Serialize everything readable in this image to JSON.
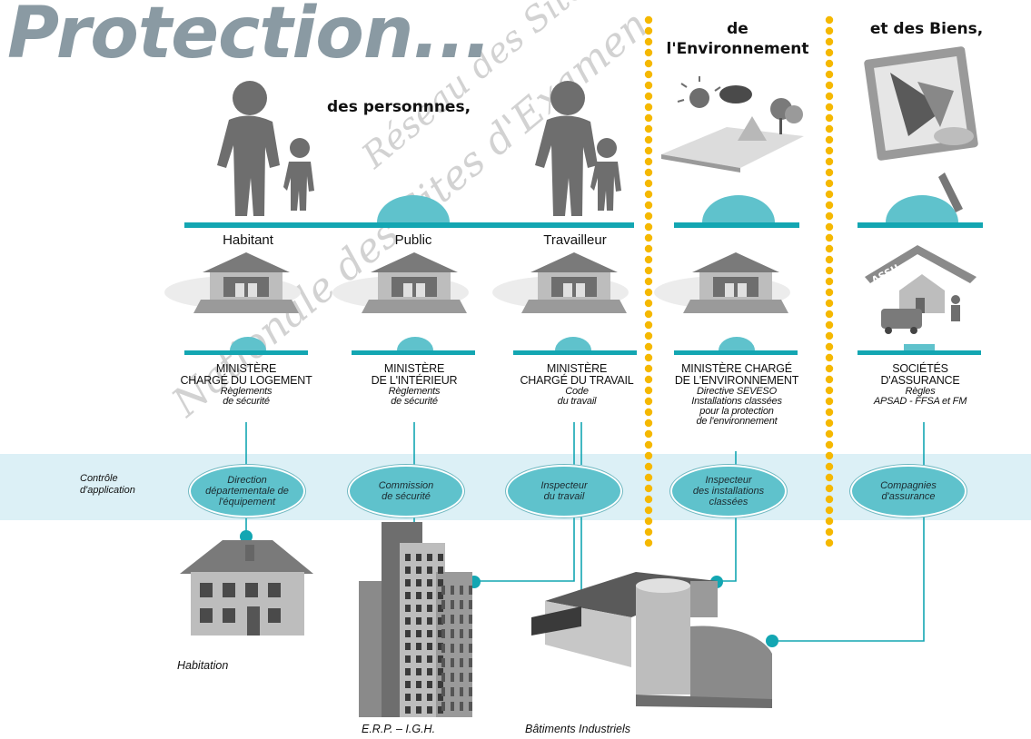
{
  "title": "Protection...",
  "watermark": {
    "line1": "Réseau des Sites d'Examen",
    "line2": "Nationale des Sites d'Examen"
  },
  "sections": {
    "personnes": "des personnnes,",
    "environnement": [
      "de",
      "l'Environnement"
    ],
    "biens": "et des Biens,"
  },
  "categories": [
    "Habitant",
    "Public",
    "Travailleur"
  ],
  "ministries": [
    {
      "lines": [
        "MINISTÈRE",
        "CHARGÉ DU LOGEMENT"
      ],
      "sub": [
        "Règlements",
        "de sécurité"
      ]
    },
    {
      "lines": [
        "MINISTÈRE",
        "DE L'INTÉRIEUR"
      ],
      "sub": [
        "Règlements",
        "de sécurité"
      ]
    },
    {
      "lines": [
        "MINISTÈRE",
        "CHARGÉ DU TRAVAIL"
      ],
      "sub": [
        "Code",
        "du travail"
      ]
    },
    {
      "lines": [
        "MINISTÈRE CHARGÉ",
        "DE L'ENVIRONNEMENT"
      ],
      "sub": [
        "Directive SEVESO",
        "Installations classées",
        "pour la protection",
        "de l'environnement"
      ]
    },
    {
      "lines": [
        "SOCIÉTÉS",
        "D'ASSURANCE"
      ],
      "sub": [
        "Règles",
        "APSAD - FFSA et FM"
      ]
    }
  ],
  "control_label": [
    "Contrôle",
    "d'application"
  ],
  "control_bodies": [
    [
      "Direction",
      "départementale de",
      "l'équipement"
    ],
    [
      "Commission",
      "de sécurité"
    ],
    [
      "Inspecteur",
      "du travail"
    ],
    [
      "Inspecteur",
      "des installations",
      "classées"
    ],
    [
      "Compagnies",
      "d'assurance"
    ]
  ],
  "assu_sign": "ASSU",
  "buildings": {
    "habitation": "Habitation",
    "erp": "E.R.P. – I.G.H.",
    "industriels": "Bâtiments Industriels"
  },
  "colors": {
    "teal": "#13a6b2",
    "oval": "#5fc2cc",
    "band": "#dcf0f6",
    "dots": "#f5b800",
    "title": "#8a9aa3"
  }
}
